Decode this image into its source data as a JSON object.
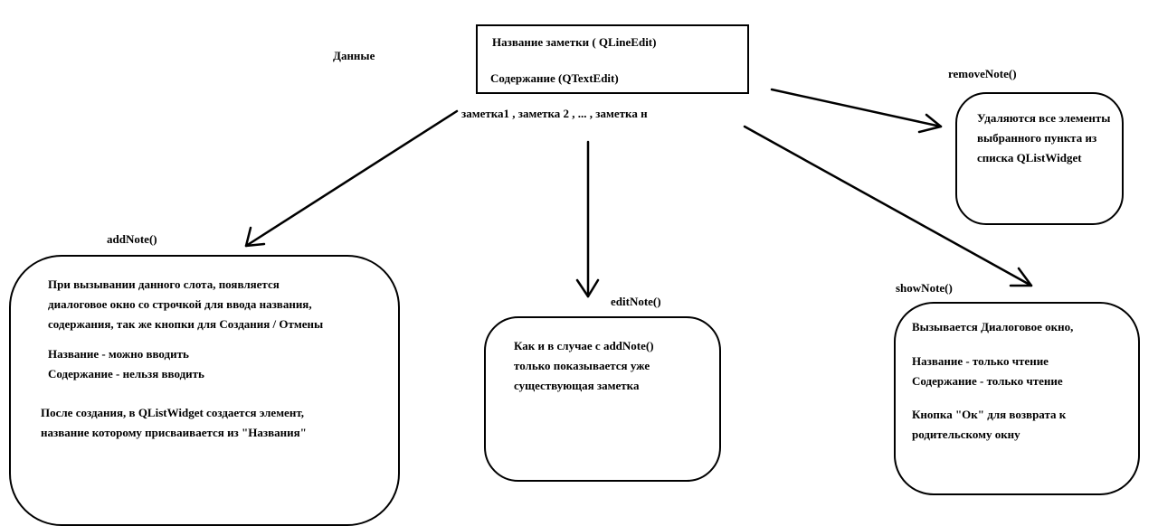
{
  "data_label": "Данные",
  "data_box": {
    "title_field": "Название заметки ( QLineEdit)",
    "content_field": "Содержание (QTextEdit)"
  },
  "notes_list": "заметка1 , заметка 2 , ... , заметка н",
  "add_note": {
    "title": "addNote()",
    "line1": "При вызывании данного слота, появляется",
    "line2": "диалоговое окно со строчкой для ввода названия,",
    "line3": "содержания, так же кнопки для Создания / Отмены",
    "line4": "Название - можно вводить",
    "line5": "Содержание - нельзя вводить",
    "line6": "После создания, в QListWidget создается элемент,",
    "line7": "название которому присваивается из \"Названия\""
  },
  "edit_note": {
    "title": "editNote()",
    "line1": "Как и в случае с addNote()",
    "line2": "только показывается уже",
    "line3": "существующая заметка"
  },
  "show_note": {
    "title": "showNote()",
    "line1": "Вызывается Диалоговое окно,",
    "line2": "Название - только чтение",
    "line3": "Содержание - только чтение",
    "line4": "Кнопка \"Ок\" для возврата к",
    "line5": "родительскому окну"
  },
  "remove_note": {
    "title": "removeNote()",
    "line1": "Удаляются все элементы",
    "line2": "выбранного пункта из",
    "line3": "списка QListWidget"
  }
}
